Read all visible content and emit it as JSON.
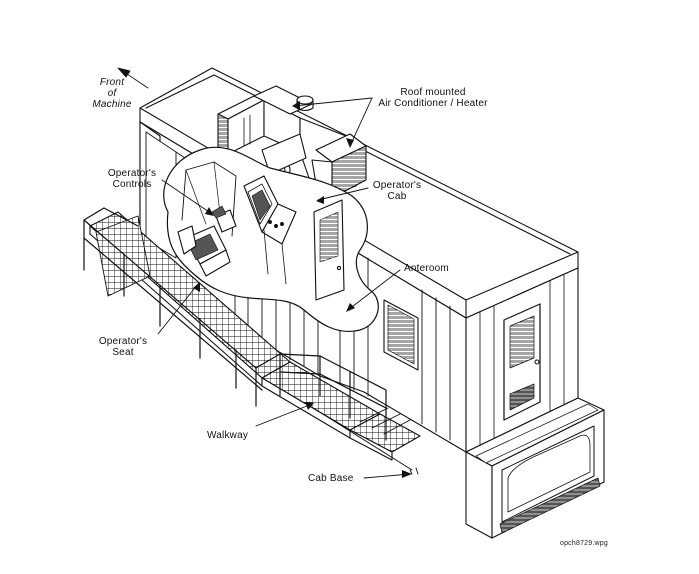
{
  "labels": {
    "front_line1": "Front",
    "front_line2": "of",
    "front_line3": "Machine",
    "roof_line1": "Roof mounted",
    "roof_line2": "Air Conditioner / Heater",
    "controls_line1": "Operator's",
    "controls_line2": "Controls",
    "cab_line1": "Operator's",
    "cab_line2": "Cab",
    "anteroom": "Anteroom",
    "seat_line1": "Operator's",
    "seat_line2": "Seat",
    "walkway": "Walkway",
    "cab_base": "Cab Base"
  },
  "footer": {
    "filename": "opch8729.wpg"
  },
  "colors": {
    "ink": "#111111",
    "background": "#ffffff",
    "dark_fill": "#444444"
  }
}
